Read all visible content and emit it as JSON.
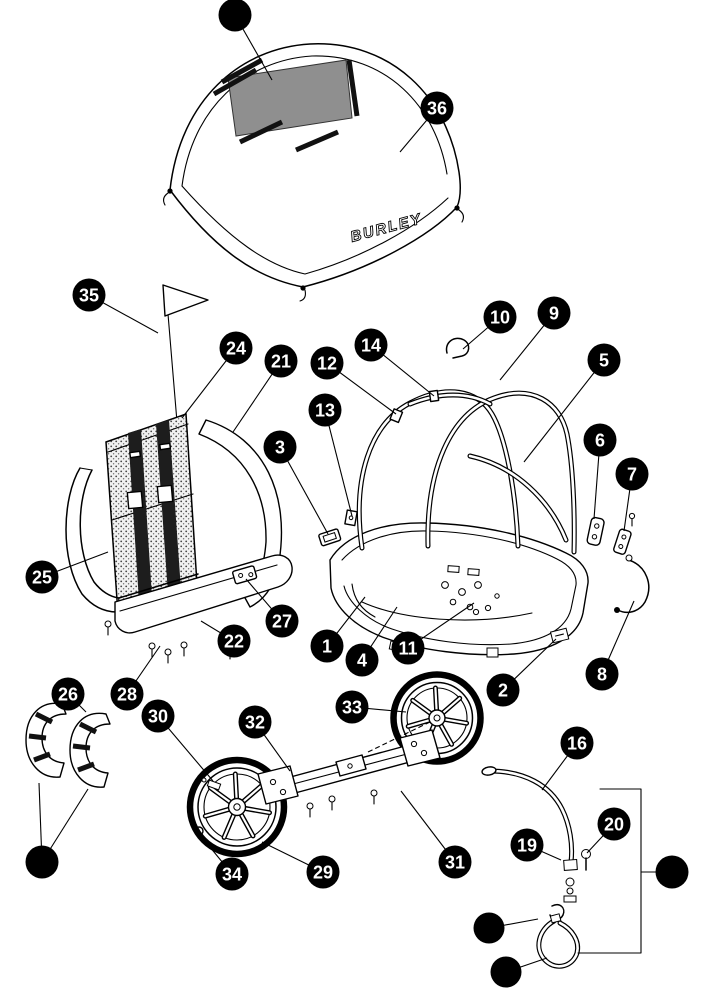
{
  "diagram": {
    "brand_label": "BURLEY"
  },
  "callouts": {
    "c1": "1",
    "c2": "2",
    "c3": "3",
    "c4": "4",
    "c5": "5",
    "c6": "6",
    "c7": "7",
    "c8": "8",
    "c9": "9",
    "c10": "10",
    "c11": "11",
    "c12": "12",
    "c13": "13",
    "c14": "14",
    "c16": "16",
    "c19": "19",
    "c20": "20",
    "c21": "21",
    "c22": "22",
    "c24": "24",
    "c25": "25",
    "c26": "26",
    "c27": "27",
    "c28": "28",
    "c29": "29",
    "c30": "30",
    "c31": "31",
    "c32": "32",
    "c33": "33",
    "c34": "34",
    "c35": "35",
    "c36": "36"
  }
}
